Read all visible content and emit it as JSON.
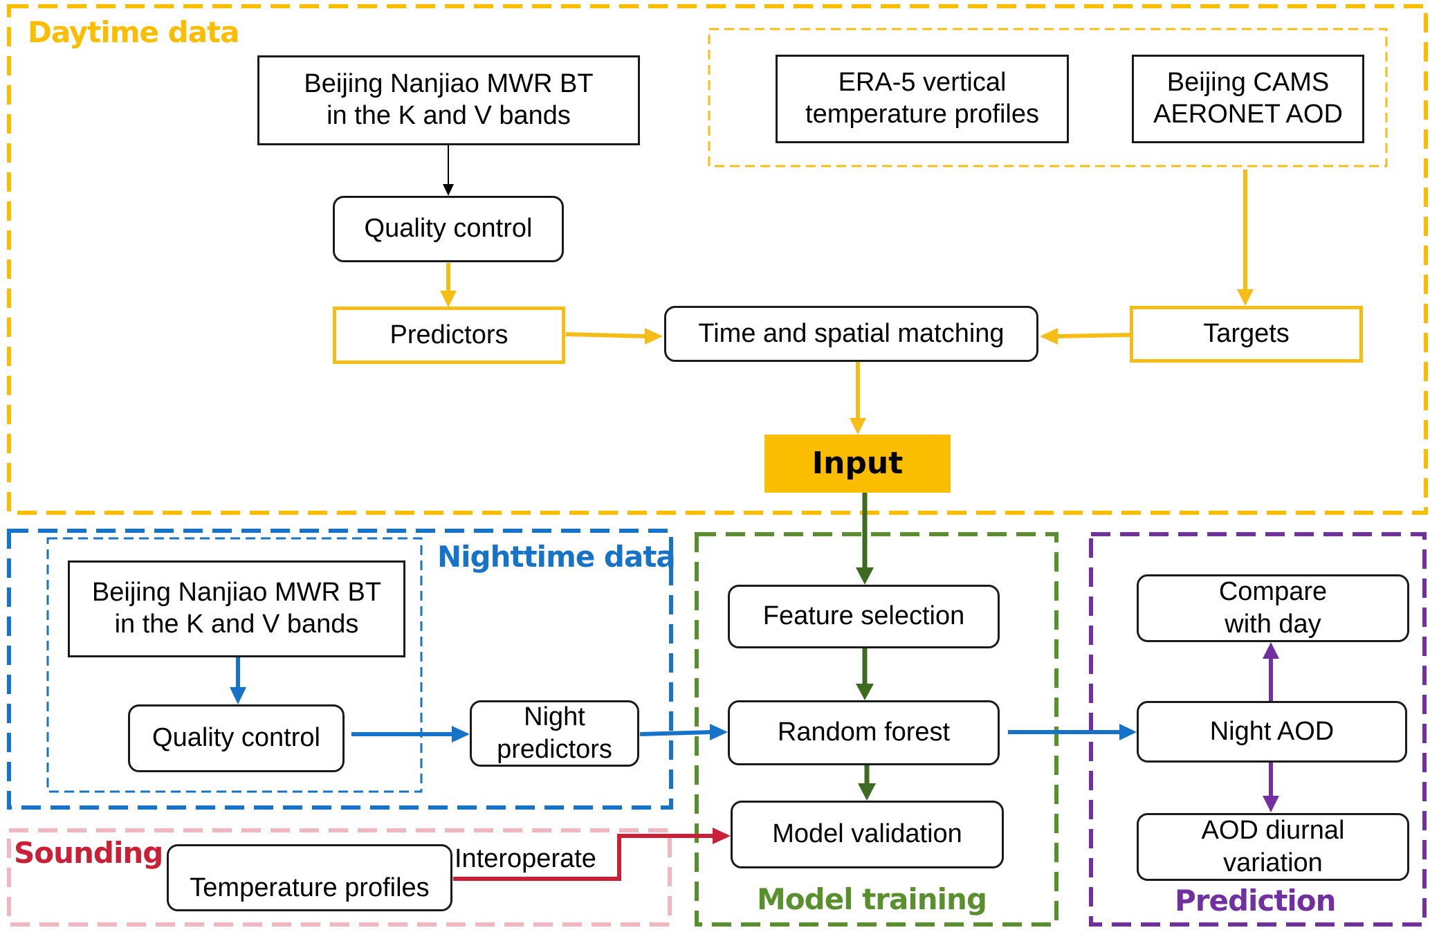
{
  "diagram": {
    "regions": {
      "daytime": {
        "title": "Daytime data",
        "color": "#fbbd00"
      },
      "nighttime": {
        "title": "Nighttime data",
        "color": "#1773c7"
      },
      "sounding": {
        "title": "Sounding",
        "color": "#c91f37",
        "border_color": "#f2b6c0"
      },
      "model_training": {
        "title": "Model training",
        "color": "#5a8f2e"
      },
      "prediction": {
        "title": "Prediction",
        "color": "#7030a0"
      }
    },
    "nodes": {
      "day_mwr": "Beijing Nanjiao MWR BT\nin the K and V bands",
      "day_qc": "Quality control",
      "predictors": "Predictors",
      "era5": "ERA-5 vertical\ntemperature profiles",
      "cams": "Beijing CAMS\nAERONET AOD",
      "targets": "Targets",
      "matching": "Time and spatial matching",
      "input": "Input",
      "night_mwr": "Beijing Nanjiao MWR BT\nin the K and V bands",
      "night_qc": "Quality control",
      "night_predictors": "Night\npredictors",
      "temp_profiles": "Temperature profiles",
      "feature_selection": "Feature selection",
      "random_forest": "Random forest",
      "model_validation": "Model validation",
      "compare": "Compare\nwith day",
      "night_aod": "Night AOD",
      "diurnal": "AOD diurnal\nvariation"
    },
    "edge_labels": {
      "interoperate": "Interoperate"
    },
    "edges": [
      {
        "from": "day_mwr",
        "to": "day_qc",
        "color": "#000000"
      },
      {
        "from": "day_qc",
        "to": "predictors",
        "color": "#f6bd16"
      },
      {
        "from": "predictors",
        "to": "matching",
        "color": "#f6bd16"
      },
      {
        "from": "era5+cams",
        "to": "targets",
        "color": "#f6bd16"
      },
      {
        "from": "targets",
        "to": "matching",
        "color": "#f6bd16"
      },
      {
        "from": "matching",
        "to": "input",
        "color": "#f6bd16"
      },
      {
        "from": "input",
        "to": "feature_selection",
        "color": "#3e6b1f"
      },
      {
        "from": "feature_selection",
        "to": "random_forest",
        "color": "#3e6b1f"
      },
      {
        "from": "random_forest",
        "to": "model_validation",
        "color": "#3e6b1f"
      },
      {
        "from": "night_mwr",
        "to": "night_qc",
        "color": "#1773c7"
      },
      {
        "from": "night_qc",
        "to": "night_predictors",
        "color": "#1773c7"
      },
      {
        "from": "night_predictors",
        "to": "random_forest",
        "color": "#1773c7"
      },
      {
        "from": "random_forest",
        "to": "night_aod",
        "color": "#1773c7"
      },
      {
        "from": "night_aod",
        "to": "compare",
        "color": "#7030a0"
      },
      {
        "from": "night_aod",
        "to": "diurnal",
        "color": "#7030a0"
      },
      {
        "from": "temp_profiles",
        "to": "model_validation",
        "color": "#c91f37",
        "label": "Interoperate"
      }
    ]
  }
}
